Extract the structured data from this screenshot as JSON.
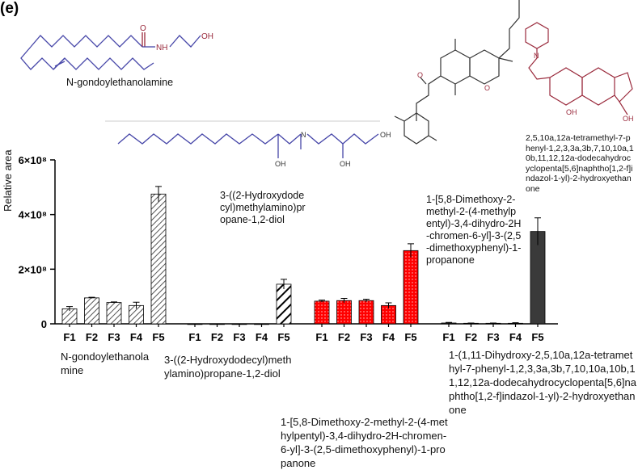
{
  "panel_label": "(e)",
  "molecule_names": {
    "m1": "N-gondoylethanolamine",
    "m2": "3-((2-Hydroxydodecyl)methylamino)propane-1,2-diol",
    "m3": "1-[5,8-Dimethoxy-2-methyl-2-(4-methylpentyl)-3,4-dihydro-2H-chromen-6-yl]-3-(2,5-dimethoxyphenyl)-1-propanone",
    "m4": "2,5,10a,12a-tetramethyl-7-phenyl-1,2,3,3a,3b,7,10,10a,10b,11,12,12a-dodecahydrocyclopenta[5,6]naphtho[1,2-f]indazol-1-yl)-2-hydroxyethanone"
  },
  "structure_atom_labels": {
    "amide_o": "O",
    "amide_nh": "NH",
    "hydroxyl": "OH",
    "amine_n": "N",
    "ring_o": "O",
    "indazole_n": "N"
  },
  "group_captions": {
    "g1": "N-gondoylethanolamine",
    "g2": "3-((2-Hydroxydodecyl)methylamino)propane-1,2-diol",
    "g3": "1-[5,8-Dimethoxy-2-methyl-2-(4-methylpentyl)-3,4-dihydro-2H-chromen-6-yl]-3-(2,5-dimethoxyphenyl)-1-propanone",
    "g4": "1-(1,11-Dihydroxy-2,5,10a,12a-tetramethyl-7-phenyl-1,2,3,3a,3b,7,10,10a,10b,11,12,12a-dodecahydrocyclopenta[5,6]naphtho[1,2-f]indazol-1-yl)-2-hydroxyethanone"
  },
  "chart_data": {
    "type": "bar",
    "ylabel": "Relative area",
    "ylim": [
      0,
      600000000
    ],
    "yticks": [
      0,
      200000000,
      400000000,
      600000000
    ],
    "ytick_labels": [
      "0",
      "2×10⁸",
      "4×10⁸",
      "6×10⁸"
    ],
    "categories": [
      "F1",
      "F2",
      "F3",
      "F4",
      "F5"
    ],
    "groups": [
      {
        "fill": "hatch-gray",
        "values": [
          55000000,
          95000000,
          78000000,
          67000000,
          475000000
        ],
        "errors": [
          8000000,
          2000000,
          2000000,
          12000000,
          28000000
        ]
      },
      {
        "fill": "hatch-black",
        "values": [
          0,
          0,
          0,
          0,
          145000000
        ],
        "errors": [
          0,
          0,
          0,
          0,
          18000000
        ]
      },
      {
        "fill": "red-dotted",
        "values": [
          83000000,
          85000000,
          85000000,
          67000000,
          268000000
        ],
        "errors": [
          4000000,
          8000000,
          5000000,
          10000000,
          25000000
        ]
      },
      {
        "fill": "dark-gray",
        "values": [
          3000000,
          2000000,
          2000000,
          2000000,
          338000000
        ],
        "errors": [
          2000000,
          1000000,
          1000000,
          2000000,
          50000000
        ]
      }
    ],
    "colors": {
      "hatch": "#555555",
      "red": "#ff0000",
      "dark": "#3a3a3a",
      "structure": "#4646a8",
      "hetero": "#9a2a3c"
    },
    "grid": false
  }
}
